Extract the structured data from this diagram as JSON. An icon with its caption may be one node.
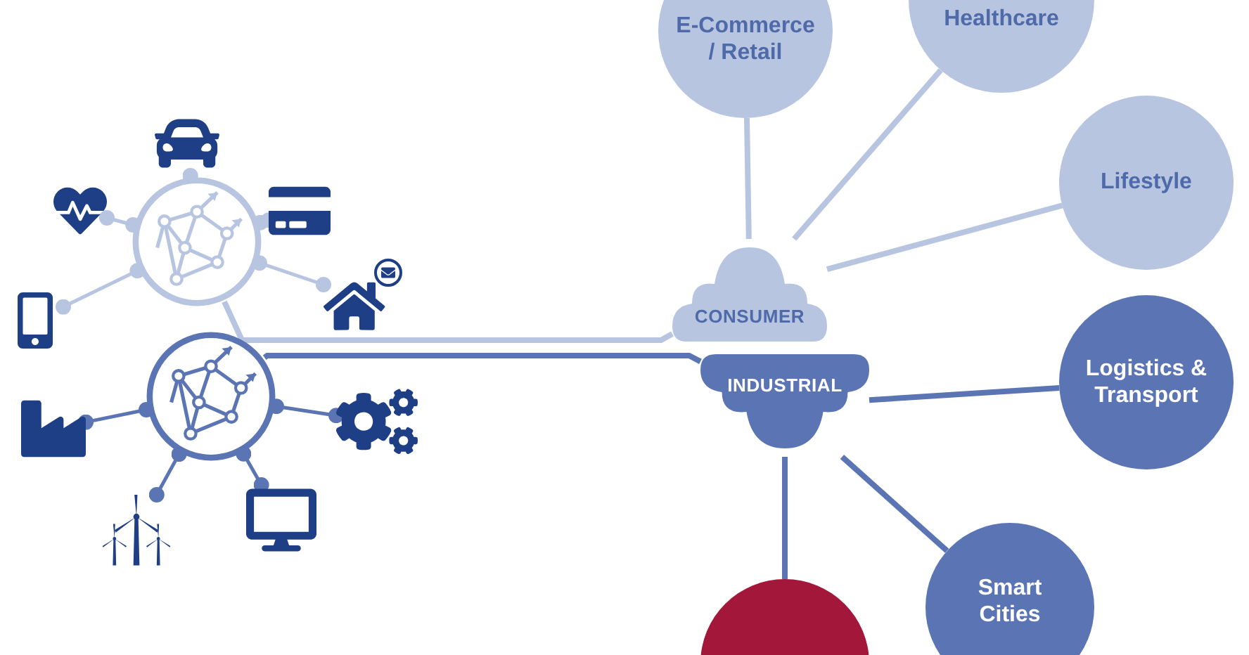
{
  "diagram": {
    "nodes": [
      {
        "text": [
          "E-Commerce / Retail"
        ]
      },
      {
        "text": [
          "Healthcare"
        ]
      },
      {
        "text": [
          "Lifestyle"
        ]
      },
      {
        "text": [
          "CONSUMER"
        ]
      },
      {
        "text": [
          "INDUSTRIAL"
        ]
      },
      {
        "text": [
          "Logistics & Transport"
        ]
      },
      {
        "text": [
          "Smart Cities"
        ]
      },
      {
        "text": [],
        "shape": "circle"
      },
      {
        "text": [],
        "shape": "picture"
      },
      {
        "text": [],
        "shape": "picture"
      },
      {
        "text": [],
        "shape": "picture"
      },
      {
        "text": [],
        "shape": "picture"
      },
      {
        "text": [],
        "shape": "picture"
      },
      {
        "text": [],
        "shape": "picture"
      },
      {
        "text": [],
        "shape": "picture"
      },
      {
        "text": [],
        "shape": "picture"
      },
      {
        "text": [],
        "shape": "picture"
      },
      {
        "text": [],
        "shape": "picture"
      },
      {
        "text": [],
        "shape": "picture"
      }
    ],
    "edges": [
      {
        "from": 3,
        "to": 0,
        "arrow": "none"
      },
      {
        "from": 3,
        "to": 1,
        "arrow": "none"
      },
      {
        "from": 3,
        "to": 2,
        "arrow": "none"
      },
      {
        "from": 8,
        "to": 3,
        "arrow": "none"
      },
      {
        "from": 10,
        "to": 8,
        "arrow": "other"
      },
      {
        "from": 11,
        "to": 8,
        "arrow": "other"
      },
      {
        "from": 12,
        "to": 8,
        "arrow": "other"
      },
      {
        "from": 13,
        "to": 8,
        "arrow": "other"
      },
      {
        "from": 14,
        "to": 8,
        "arrow": "other"
      },
      {
        "from": 4,
        "to": 5,
        "arrow": "none",
        "color": "#5b74b3"
      },
      {
        "from": 4,
        "to": 6,
        "arrow": "none",
        "color": "#5b74b3"
      },
      {
        "from": 4,
        "to": 7,
        "arrow": "none",
        "color": "#5b74b3"
      },
      {
        "from": 9,
        "to": 4,
        "arrow": "none",
        "color": "#5b74b3"
      },
      {
        "from": 15,
        "to": 9,
        "arrow": "other",
        "color": "#5b74b3"
      },
      {
        "from": 16,
        "to": 9,
        "arrow": "other",
        "color": "#5b74b3"
      },
      {
        "from": 17,
        "to": 9,
        "arrow": "other",
        "color": "#5b74b3"
      },
      {
        "from": 18,
        "to": 9,
        "arrow": "other",
        "color": "#5b74b3"
      }
    ]
  }
}
